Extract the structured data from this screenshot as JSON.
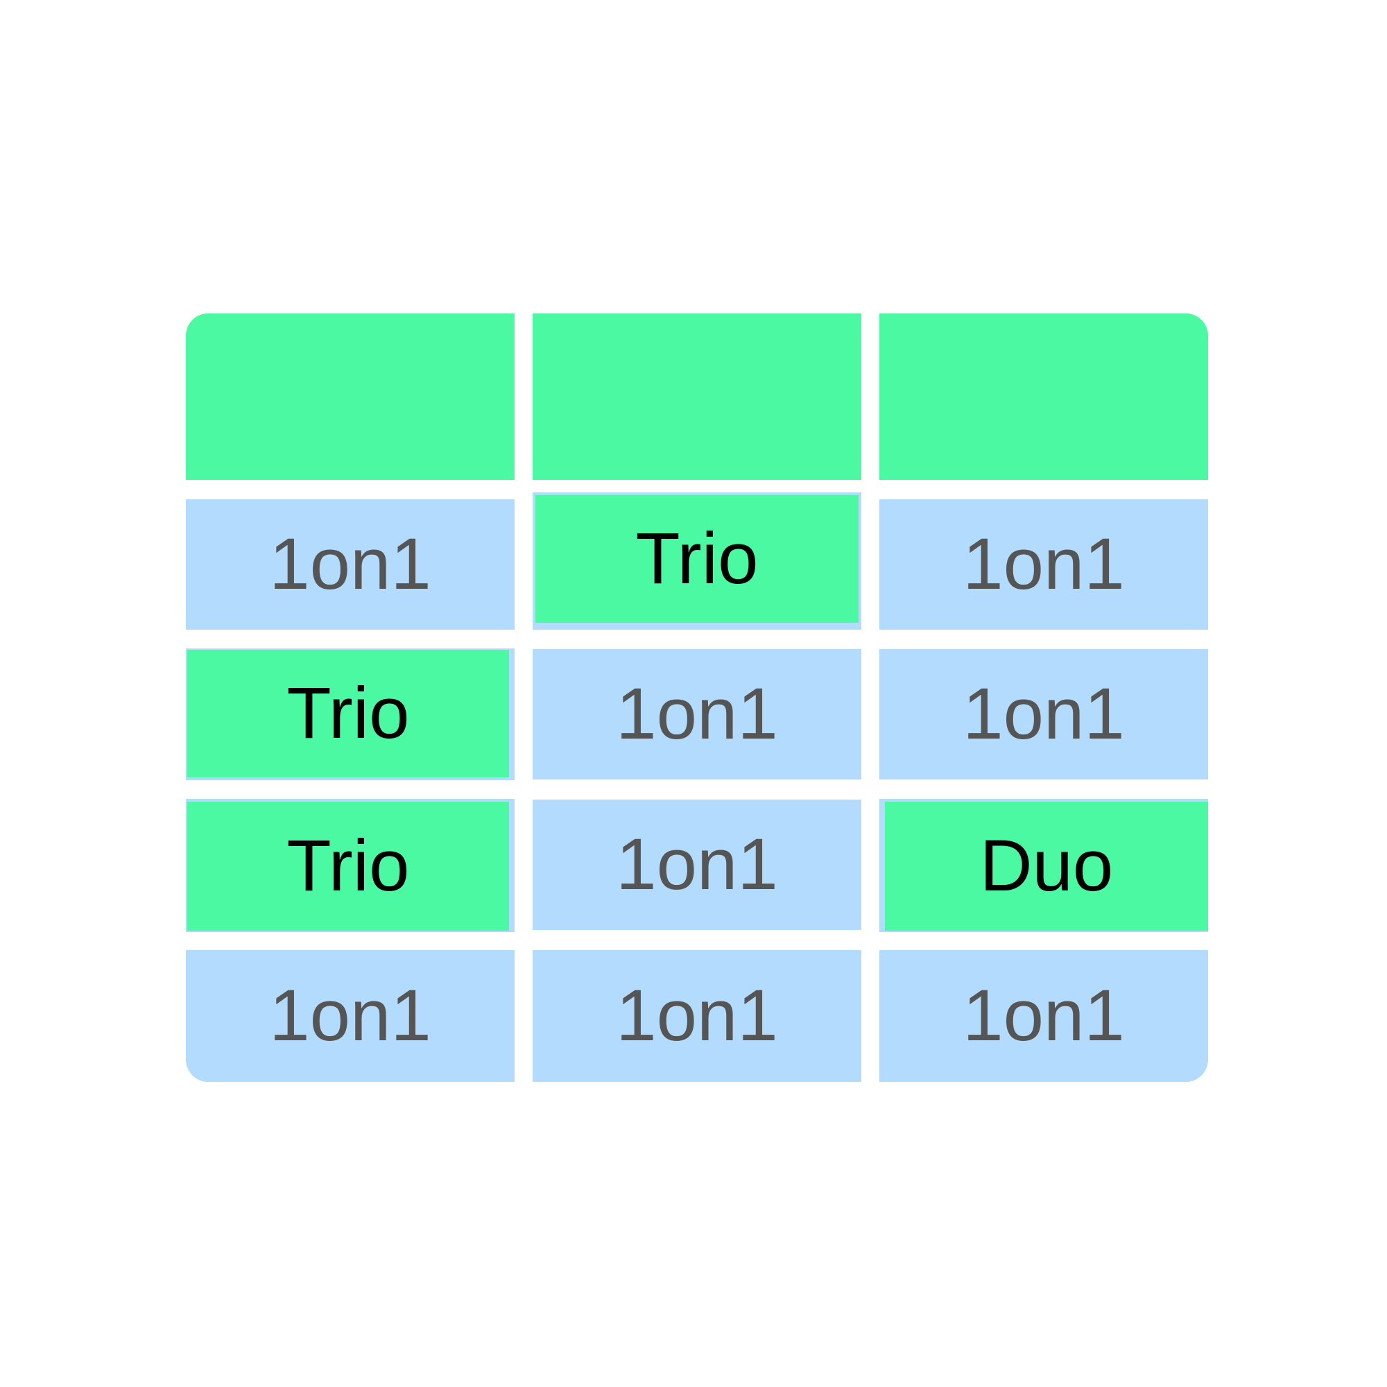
{
  "table": {
    "header": [
      "",
      "",
      ""
    ],
    "rows": [
      [
        "1on1",
        "Trio",
        "1on1"
      ],
      [
        "Trio",
        "1on1",
        "1on1"
      ],
      [
        "Trio",
        "1on1",
        "Duo"
      ],
      [
        "1on1",
        "1on1",
        "1on1"
      ]
    ],
    "highlighted_cells": [
      [
        0,
        1
      ],
      [
        1,
        0
      ],
      [
        2,
        0
      ],
      [
        2,
        2
      ]
    ]
  },
  "colors": {
    "header": "#4af9a1",
    "cell": "#b2dbfd",
    "highlight": "#4af9a1",
    "text": "#555555",
    "highlight_text": "#000000"
  }
}
